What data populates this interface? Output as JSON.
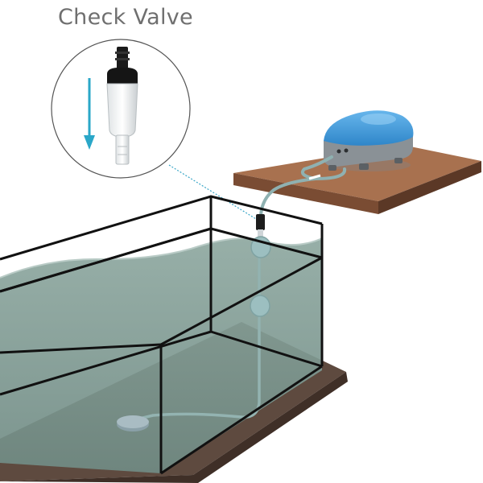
{
  "diagram": {
    "callout_label": "Check Valve",
    "icons": [
      "check-valve",
      "air-pump",
      "aquarium-tank",
      "air-stone",
      "suction-cup",
      "flow-arrow"
    ],
    "colors": {
      "flow_arrow": "#2aa7c8",
      "pump_body": "#3d97d8",
      "pump_base": "#8a9196",
      "shelf_top": "#a8714f",
      "water": "#7f9a92",
      "tank_floor": "#5e4a3f",
      "tube": "#8fb1b1"
    }
  }
}
